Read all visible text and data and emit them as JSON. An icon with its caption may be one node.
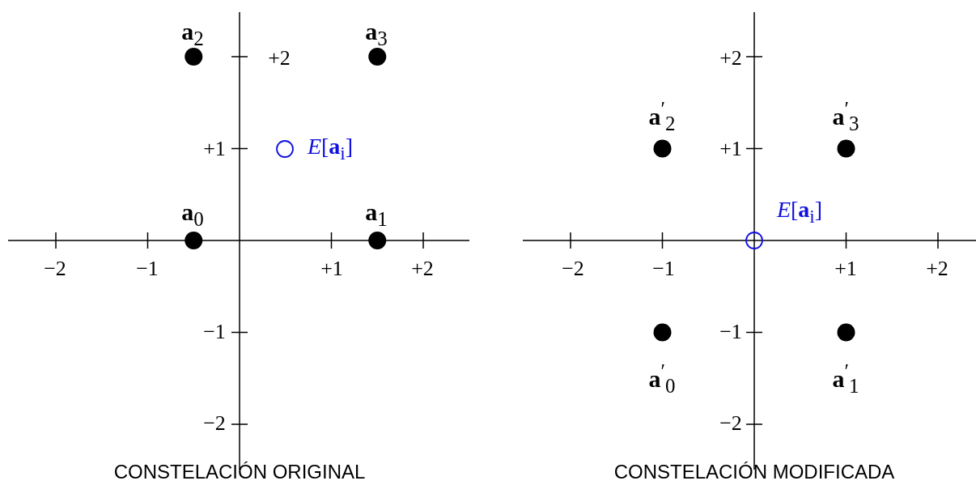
{
  "diagram": {
    "labels": [
      "**a**$_{2}$",
      "**a**$_{3}$",
      "+2",
      "+1",
      "*E*[**a**$_{i}$]",
      "**a**$_{0}$",
      "**a**$_{1}$",
      "−2",
      "−1",
      "+1",
      "+2",
      "−1",
      "−2",
      "CONSTELACIÓN ORIGINAL",
      "+2",
      "**a**$^{′}$$_{2}$",
      "**a**$^{′}$$_{3}$",
      "+1",
      "*E*[**a**$_{i}$]",
      "−2",
      "−1",
      "+1",
      "+2",
      "−1",
      "**a**$^{′}$$_{0}$",
      "**a**$^{′}$$_{1}$",
      "−2",
      "CONSTELACIÓN MODIFICADA"
    ]
  }
}
